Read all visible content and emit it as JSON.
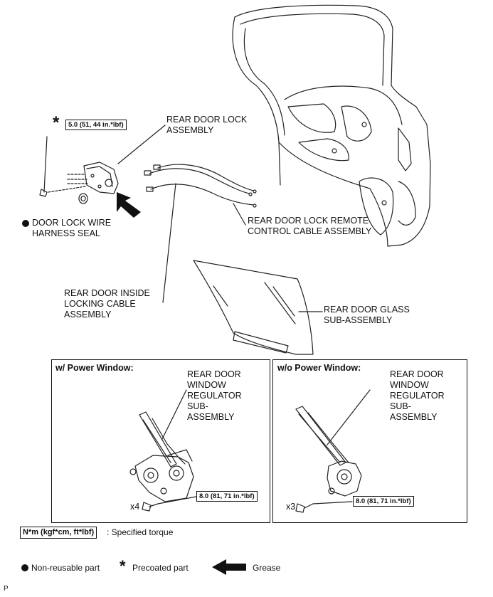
{
  "labels": {
    "lock_assembly": "REAR DOOR LOCK\nASSEMBLY",
    "wire_seal": "DOOR LOCK WIRE\nHARNESS SEAL",
    "remote_cable": "REAR DOOR LOCK REMOTE\nCONTROL CABLE ASSEMBLY",
    "inside_cable": "REAR DOOR INSIDE\nLOCKING CABLE\nASSEMBLY",
    "glass": "REAR DOOR GLASS\nSUB-ASSEMBLY",
    "regulator_power": "REAR DOOR\nWINDOW\nREGULATOR\nSUB-\nASSEMBLY",
    "regulator_manual": "REAR DOOR\nWINDOW\nREGULATOR\nSUB-\nASSEMBLY"
  },
  "torques": {
    "lock_screw": "5.0 (51, 44 in.*lbf)",
    "regulator_power": "8.0 (81, 71 in.*lbf)",
    "regulator_manual": "8.0 (81, 71 in.*lbf)"
  },
  "panels": {
    "power_title": "w/ Power Window:",
    "manual_title": "w/o Power Window:",
    "power_qty": "x4",
    "manual_qty": "x3"
  },
  "legend": {
    "torque_box": "N*m (kgf*cm, ft*lbf)",
    "torque_text": ": Specified torque",
    "nonreusable": "Non-reusable part",
    "precoated": "Precoated part",
    "grease": "Grease"
  },
  "footer": {
    "code": "P"
  }
}
